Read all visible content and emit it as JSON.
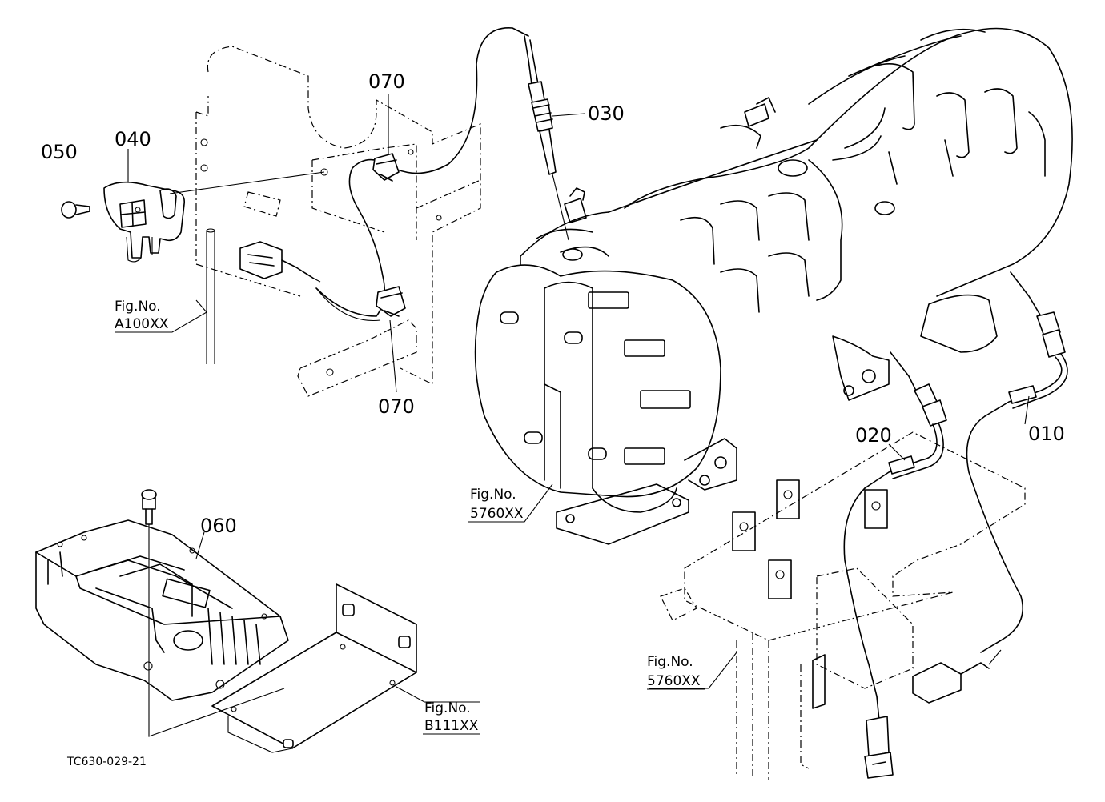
{
  "labels": {
    "p010": "010",
    "p020": "020",
    "p030": "030",
    "p040": "040",
    "p050": "050",
    "p060": "060",
    "p070_top": "070",
    "p070_bottom": "070"
  },
  "refs": {
    "fig_a": {
      "line1": "Fig.No.",
      "line2": "A100XX"
    },
    "fig_5760_center": {
      "line1": "Fig.No.",
      "line2": "5760XX"
    },
    "fig_5760_right": {
      "line1": "Fig.No.",
      "line2": "5760XX"
    },
    "fig_b": {
      "line1": "Fig.No.",
      "line2": "B111XX"
    }
  },
  "drawing_code": "TC630-029-21"
}
